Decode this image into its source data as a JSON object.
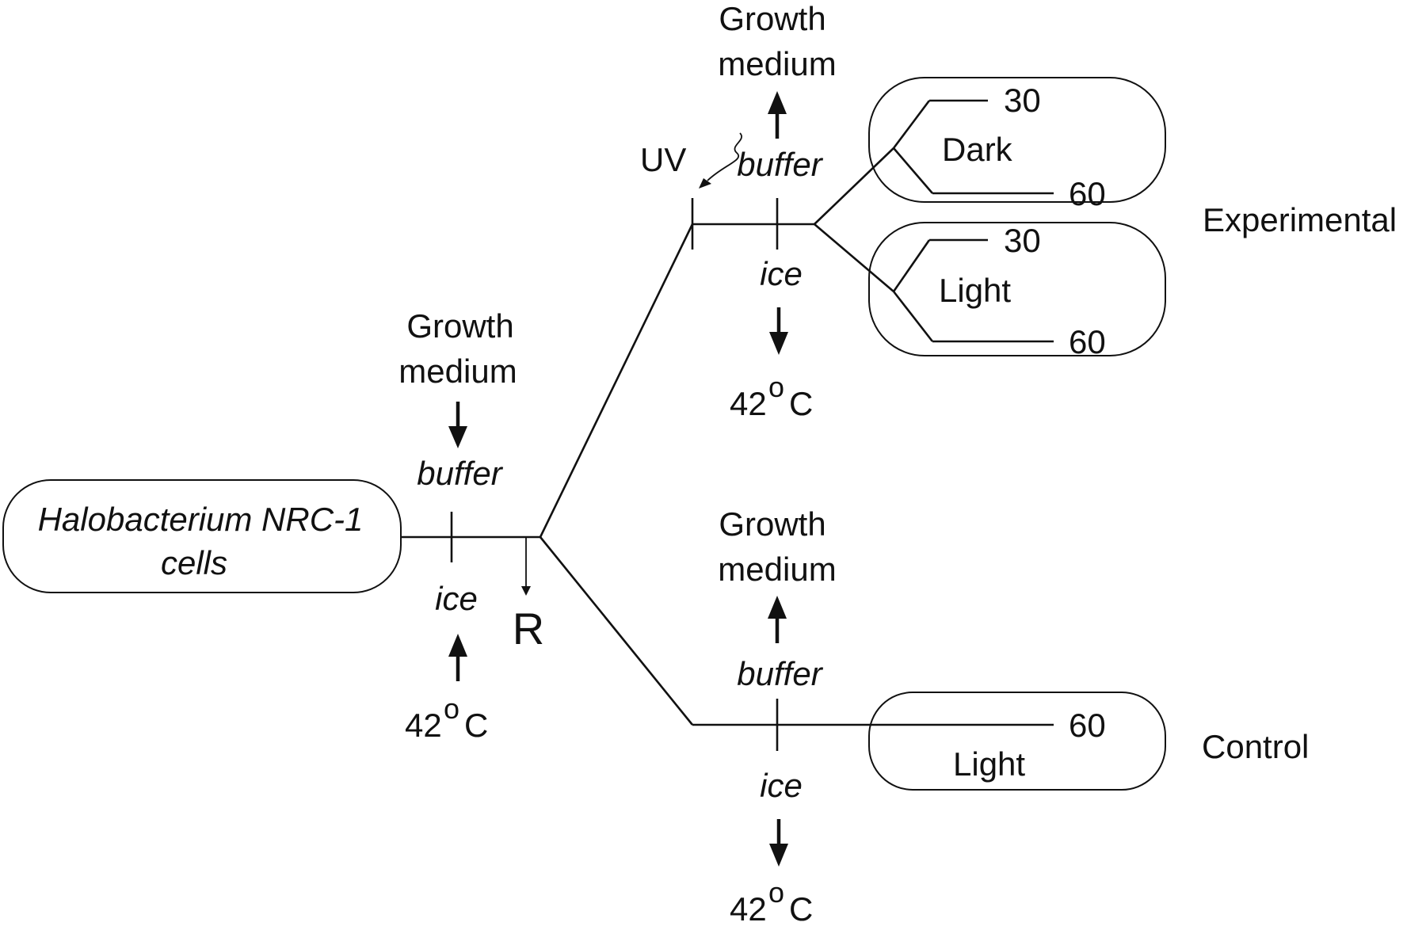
{
  "start": {
    "line1": "Halobacterium NRC-1",
    "line2": "cells"
  },
  "first_step": {
    "top_line1": "Growth",
    "top_line2": "medium",
    "top_italic": "buffer",
    "bottom_italic": "ice",
    "temp_number": "42",
    "temp_degree": "o",
    "temp_unit": "C",
    "branch_label": "R"
  },
  "experimental": {
    "uv_label": "UV",
    "top_line1": "Growth",
    "top_line2": "medium",
    "top_italic": "buffer",
    "bottom_italic": "ice",
    "temp_number": "42",
    "temp_degree": "o",
    "temp_unit": "C",
    "dark": {
      "label": "Dark",
      "time_a": "30",
      "time_b": "60"
    },
    "light": {
      "label": "Light",
      "time_a": "30",
      "time_b": "60"
    },
    "group_label": "Experimental"
  },
  "control": {
    "top_line1": "Growth",
    "top_line2": "medium",
    "top_italic": "buffer",
    "bottom_italic": "ice",
    "temp_number": "42",
    "temp_degree": "o",
    "temp_unit": "C",
    "light": {
      "label": "Light",
      "time": "60"
    },
    "group_label": "Control"
  }
}
